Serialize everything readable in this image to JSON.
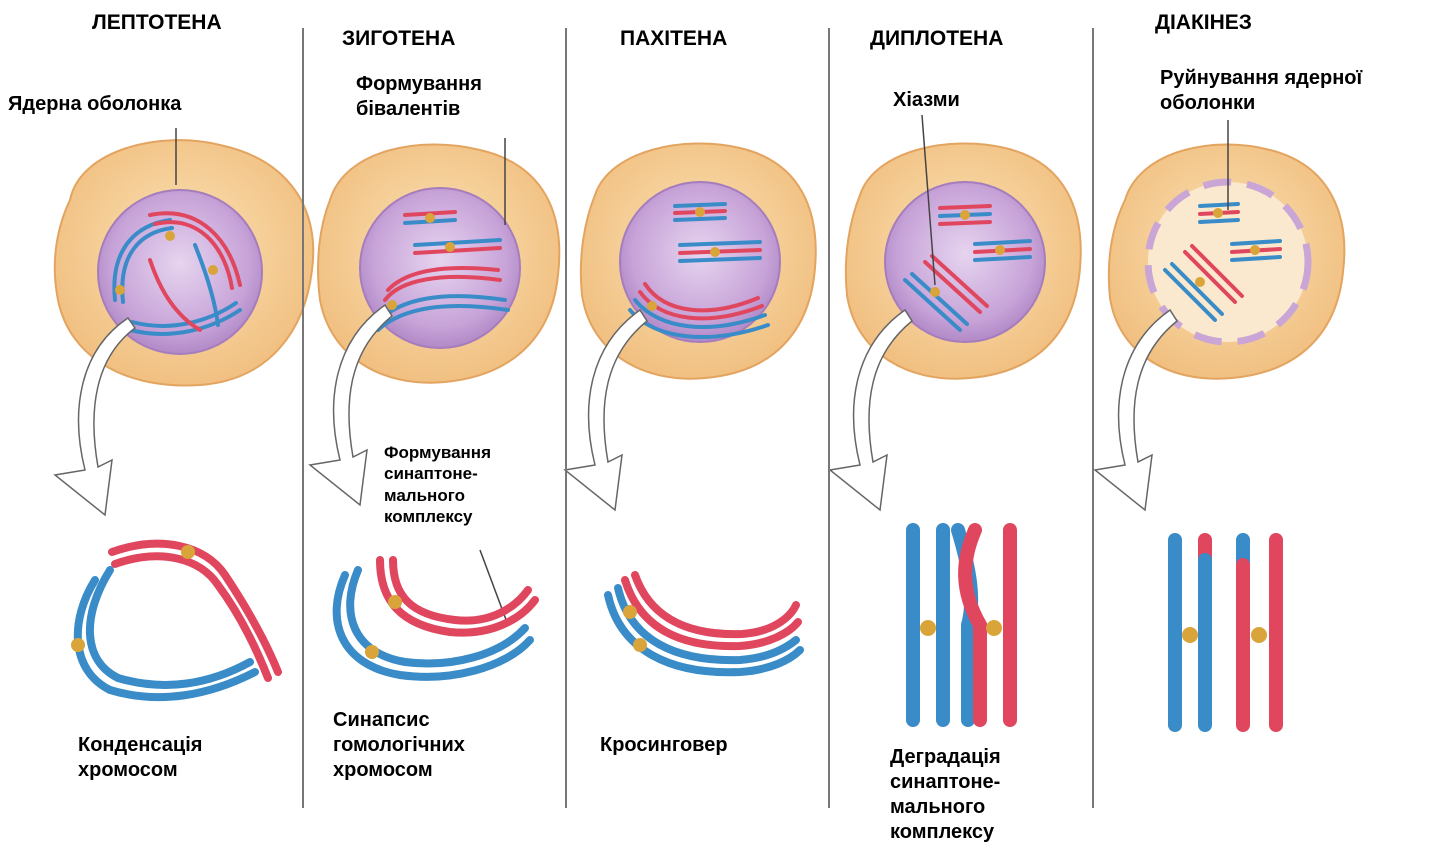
{
  "stages": [
    {
      "title": "ЛЕПТОТЕНА"
    },
    {
      "title": "ЗИГОТЕНА"
    },
    {
      "title": "ПАХІТЕНА"
    },
    {
      "title": "ДИПЛОТЕНА"
    },
    {
      "title": "ДІАКІНЕЗ"
    }
  ],
  "labels": {
    "nuclear_envelope": "Ядерна оболонка",
    "bivalent_formation": "Формування\nбівалентів",
    "chiasmata": "Хіазми",
    "envelope_breakdown": "Руйнування ядерної\nоболонки",
    "sc_formation": "Формування\nсинаптоне-\nмального\nкомплексу",
    "condensation": "Конденсація\nхромосом",
    "synapsis": "Синапсис\nгомологічних\nхромосом",
    "crossing_over": "Кросинговер",
    "sc_degradation": "Деградація\nсинаптоне-\nмального\nкомплексу"
  },
  "colors": {
    "cytoplasm": "#f5c98a",
    "cytoplasm_edge": "#e3a460",
    "nucleus": "#b98fc9",
    "blue_chromosome": "#3a8cc8",
    "red_chromosome": "#e0475f",
    "crossover_knot": "#d9a43a"
  }
}
